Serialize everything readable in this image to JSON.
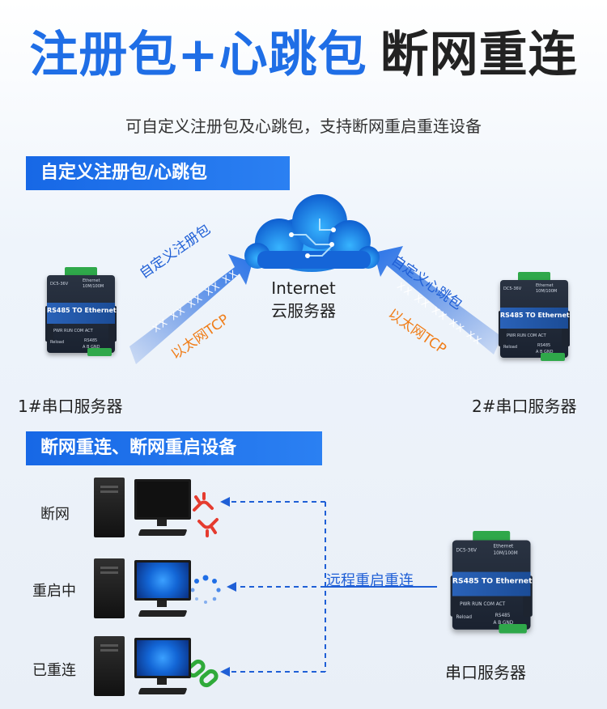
{
  "headline": {
    "part1": "注册包+心跳包",
    "part2": "断网重连"
  },
  "subtitle": "可自定义注册包及心跳包，支持断网重启重连设备",
  "section1": {
    "title": "自定义注册包/心跳包",
    "cloud": {
      "line1": "Internet",
      "line2": "云服务器"
    },
    "left": {
      "caption": "1#串口服务器",
      "packet_label": "自定义注册包",
      "data": "XX XX XX XX XX",
      "link": "以太网TCP"
    },
    "right": {
      "caption": "2#串口服务器",
      "packet_label": "自定义心跳包",
      "data": "XX XX XX XX XX",
      "link": "以太网TCP"
    },
    "device": {
      "model_label": "RS485 TO Ethernet",
      "ethernet_label": "Ethernet",
      "speed_label": "10M/100M",
      "power_label": "DC5-36V",
      "led_labels": "PWR RUN COM ACT",
      "reload_label": "Reload",
      "rs485_label": "RS485",
      "terminal_label": "A B GND"
    }
  },
  "section2": {
    "title": "断网重连、断网重启设备",
    "states": [
      {
        "label": "断网"
      },
      {
        "label": "重启中"
      },
      {
        "label": "已重连"
      }
    ],
    "remote_label": "远程重启重连",
    "server_caption": "串口服务器"
  },
  "colors": {
    "primary_blue": "#1f6ee6",
    "broken_red": "#e53b2f",
    "loading_blue": "#1f6ee6",
    "connected_green": "#2faa3a",
    "dash_blue": "#1f5fd6",
    "orange": "#f07d18"
  }
}
